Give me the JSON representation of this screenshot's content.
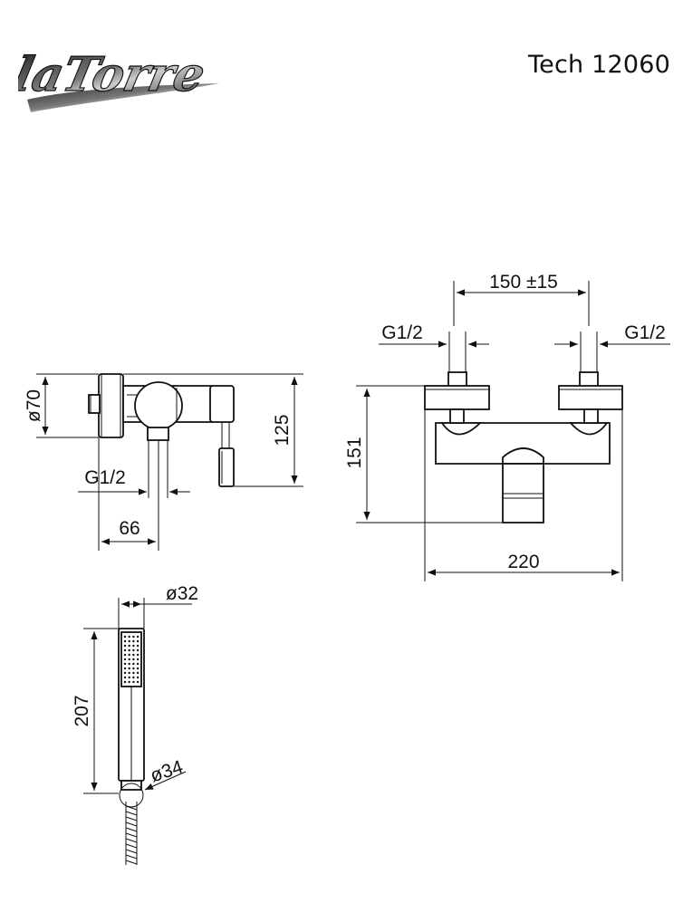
{
  "brand": {
    "logo_text": "laTorre"
  },
  "header": {
    "model": "Tech 12060"
  },
  "side_view": {
    "diameter_label": "ø70",
    "height_label": "125",
    "thread_label": "G1/2",
    "depth_label": "66"
  },
  "front_view": {
    "center_distance_label": "150 ±15",
    "thread_left_label": "G1/2",
    "thread_right_label": "G1/2",
    "height_label": "151",
    "width_label": "220"
  },
  "hand_shower": {
    "diameter_top_label": "ø32",
    "length_label": "207",
    "diameter_bottom_label": "ø34"
  }
}
